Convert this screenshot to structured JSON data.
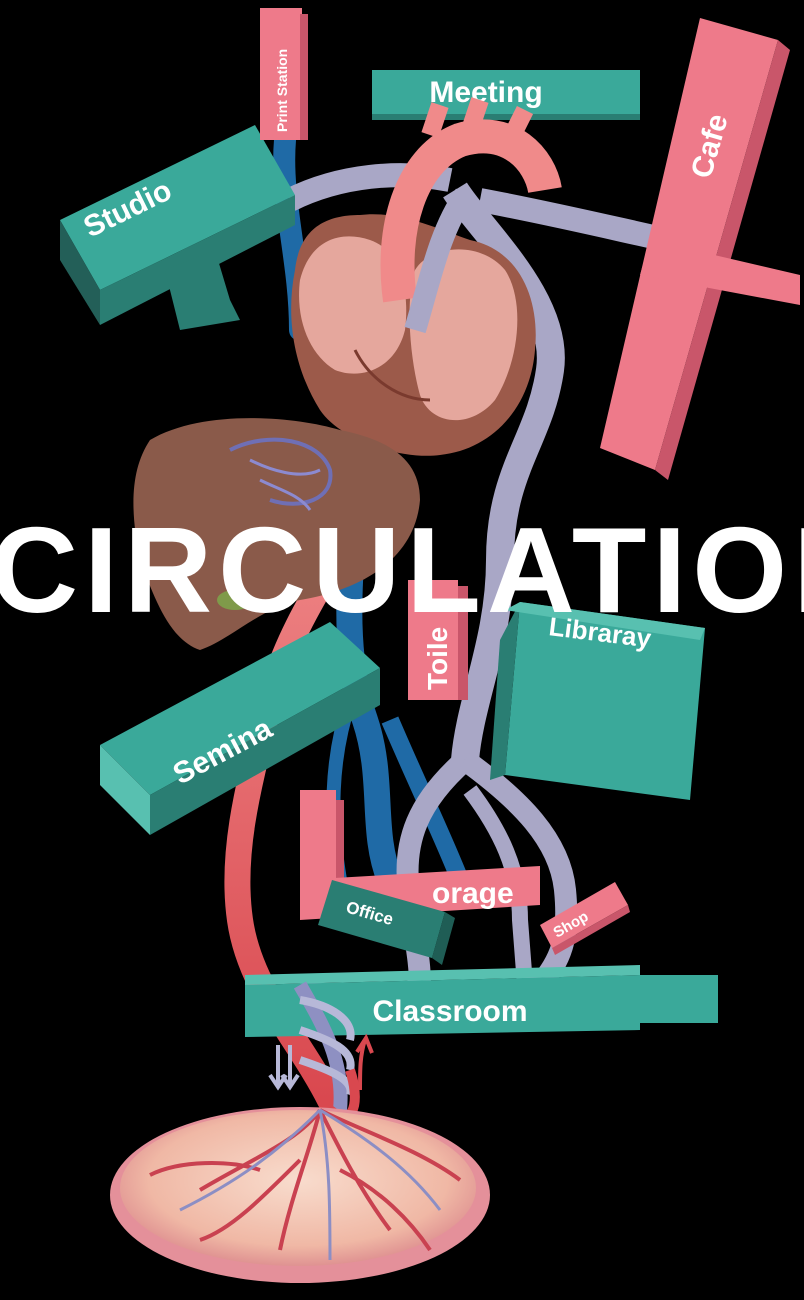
{
  "title": "CIRCULATION",
  "rooms": {
    "print_station": "Print Station",
    "meeting": "Meeting",
    "cafe": "Cafe",
    "studio": "Studio",
    "libraray": "Libraray",
    "toilet": "Toile",
    "seminar": "Semina",
    "storage": "orage",
    "office": "Office",
    "shop": "Shop",
    "classroom": "Classroom"
  },
  "colors": {
    "background": "#000000",
    "teal": "#3aa99a",
    "teal_dark": "#2a7e73",
    "pink": "#ee7a8a",
    "pink_dark": "#c9566a",
    "vein_blue": "#1f6aa6",
    "artery_red": "#d9484f",
    "lavender": "#a9a7c6",
    "heart_brown": "#9c5a4a",
    "liver_brown": "#8a5a4a"
  },
  "icons": [
    "heart-illustration",
    "liver-illustration",
    "placenta-illustration",
    "flow-arrow-icon"
  ]
}
